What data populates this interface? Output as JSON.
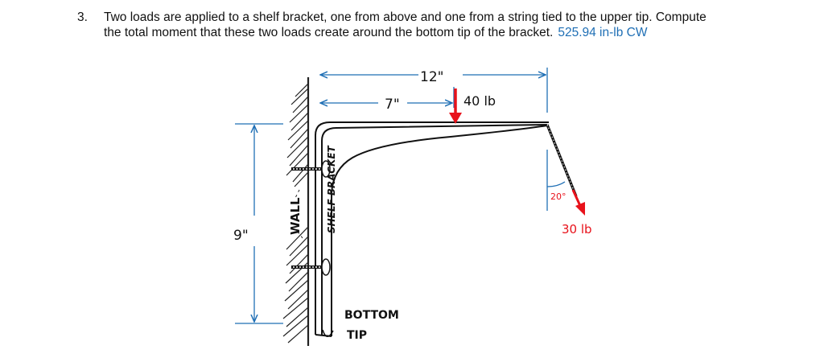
{
  "problem": {
    "number": "3.",
    "text_line1": "Two loads are applied to a shelf bracket, one from above and one from a string tied to the upper tip. Compute",
    "text_line2": "the total moment that these two loads create around the bottom tip of the bracket.",
    "answer": "525.94 in-lb CW"
  },
  "figure": {
    "dim_total": "12\"",
    "dim_partial": "7\"",
    "dim_height": "9\"",
    "load1_label": "40 lb",
    "load2_label": "30 lb",
    "angle_label": "20°",
    "wall_label": "WALL",
    "bracket_label": "SHELF BRACKET",
    "bottom_label_1": "BOTTOM",
    "bottom_label_2": "TIP",
    "colors": {
      "load": "#e8121b",
      "ink": "#111111",
      "answer": "#1f6fb5"
    }
  }
}
